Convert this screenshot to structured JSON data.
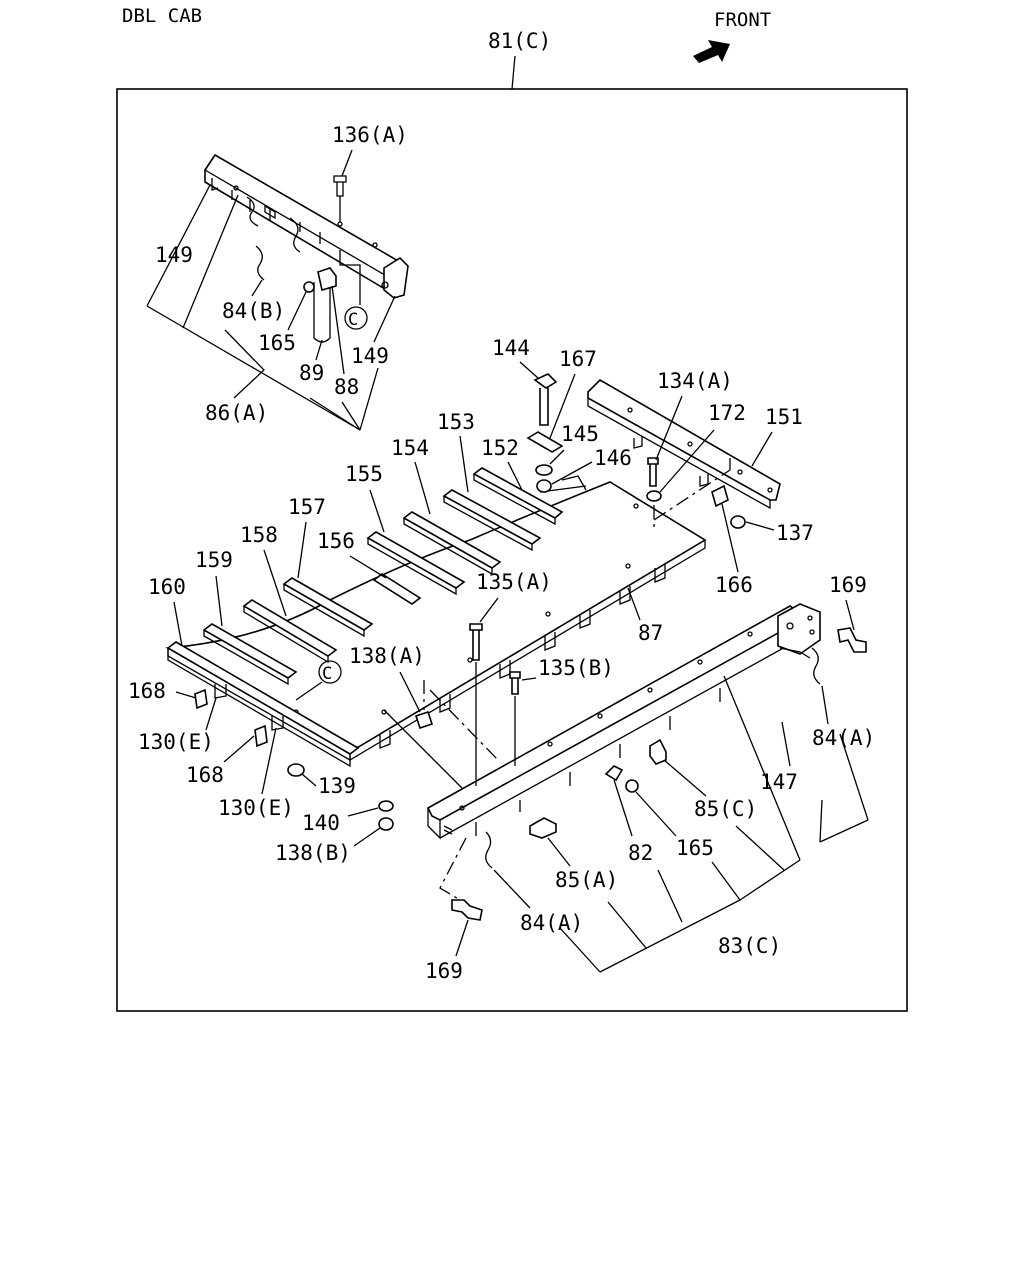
{
  "header": {
    "cab_label": "DBL CAB",
    "front_label": "FRONT",
    "assembly_label": "81(C)"
  },
  "callouts": {
    "c136A": "136(A)",
    "c149a": "149",
    "c84B": "84(B)",
    "c165a": "165",
    "c89": "89",
    "c88": "88",
    "c149b": "149",
    "c86A": "86(A)",
    "circC1": "C",
    "c144": "144",
    "c167": "167",
    "c134A": "134(A)",
    "c172": "172",
    "c151": "151",
    "c145": "145",
    "c146": "146",
    "c153": "153",
    "c152": "152",
    "c154": "154",
    "c155": "155",
    "c157": "157",
    "c156": "156",
    "c158": "158",
    "c159": "159",
    "c160": "160",
    "c137": "137",
    "c166": "166",
    "c135A": "135(A)",
    "c87": "87",
    "c169a": "169",
    "c138A": "138(A)",
    "c135B": "135(B)",
    "c168a": "168",
    "circC2": "C",
    "c84Aa": "84(A)",
    "c130Ea": "130(E)",
    "c168b": "168",
    "c147": "147",
    "c139": "139",
    "c130Eb": "130(E)",
    "c85C": "85(C)",
    "c140": "140",
    "c138B": "138(B)",
    "c82": "82",
    "c165b": "165",
    "c85A": "85(A)",
    "c84Ab": "84(A)",
    "c83C": "83(C)",
    "c169b": "169"
  }
}
